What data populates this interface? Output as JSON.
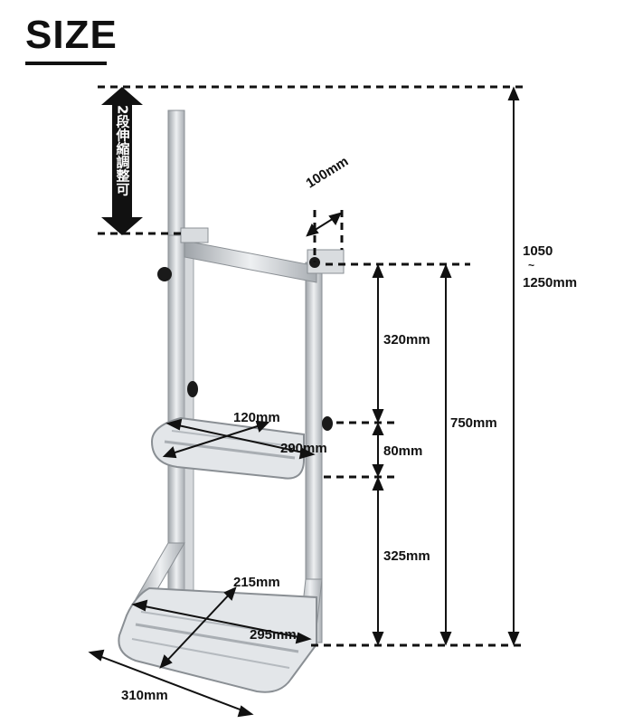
{
  "title": "SIZE",
  "adjust_note": "2段伸縮調整可",
  "dimensions": {
    "top_width": "100mm",
    "total_height_line1": "1050",
    "total_height_tilde": "~",
    "total_height_line2": "1250mm",
    "upper_gap": "320mm",
    "frame_height": "750mm",
    "step_depth_upper": "120mm",
    "step_width_upper": "290mm",
    "step_thickness": "80mm",
    "lower_gap": "325mm",
    "step_depth_lower": "215mm",
    "step_width_lower": "295mm",
    "bottom_width": "310mm"
  },
  "colors": {
    "line": "#111111",
    "aluminum": "#c9ccd0",
    "knob": "#1a1a1a"
  }
}
